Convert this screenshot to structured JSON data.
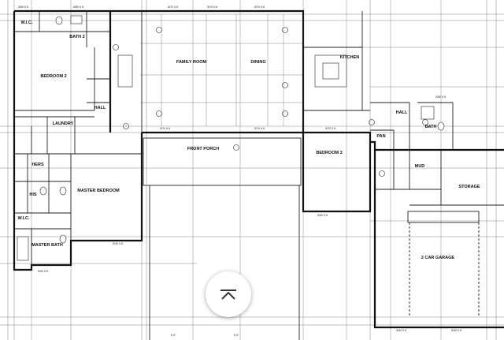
{
  "rooms": {
    "wic_top": "W.I.C.",
    "bath2": "BATH 2",
    "bedroom2": "BEDROOM 2",
    "hall_left": "HALL",
    "family_room": "FAMILY ROOM",
    "dining": "DINING",
    "kitchen": "KITCHEN",
    "laundry": "LAUNDRY",
    "hall_right": "HALL",
    "bath": "BATH",
    "pan": "PAN",
    "front_porch": "FRONT PORCH",
    "bedroom3": "BEDROOM 3",
    "mud": "MUD",
    "storage": "STORAGE",
    "hers": "HERS",
    "his": "HIS",
    "master_bedroom": "MASTER BEDROOM",
    "wic_bottom": "W.I.C.",
    "master_bath": "MASTER BATH",
    "garage": "2 CAR GARAGE"
  },
  "controls": {
    "scroll_up_icon": "chevron-up-icon"
  }
}
